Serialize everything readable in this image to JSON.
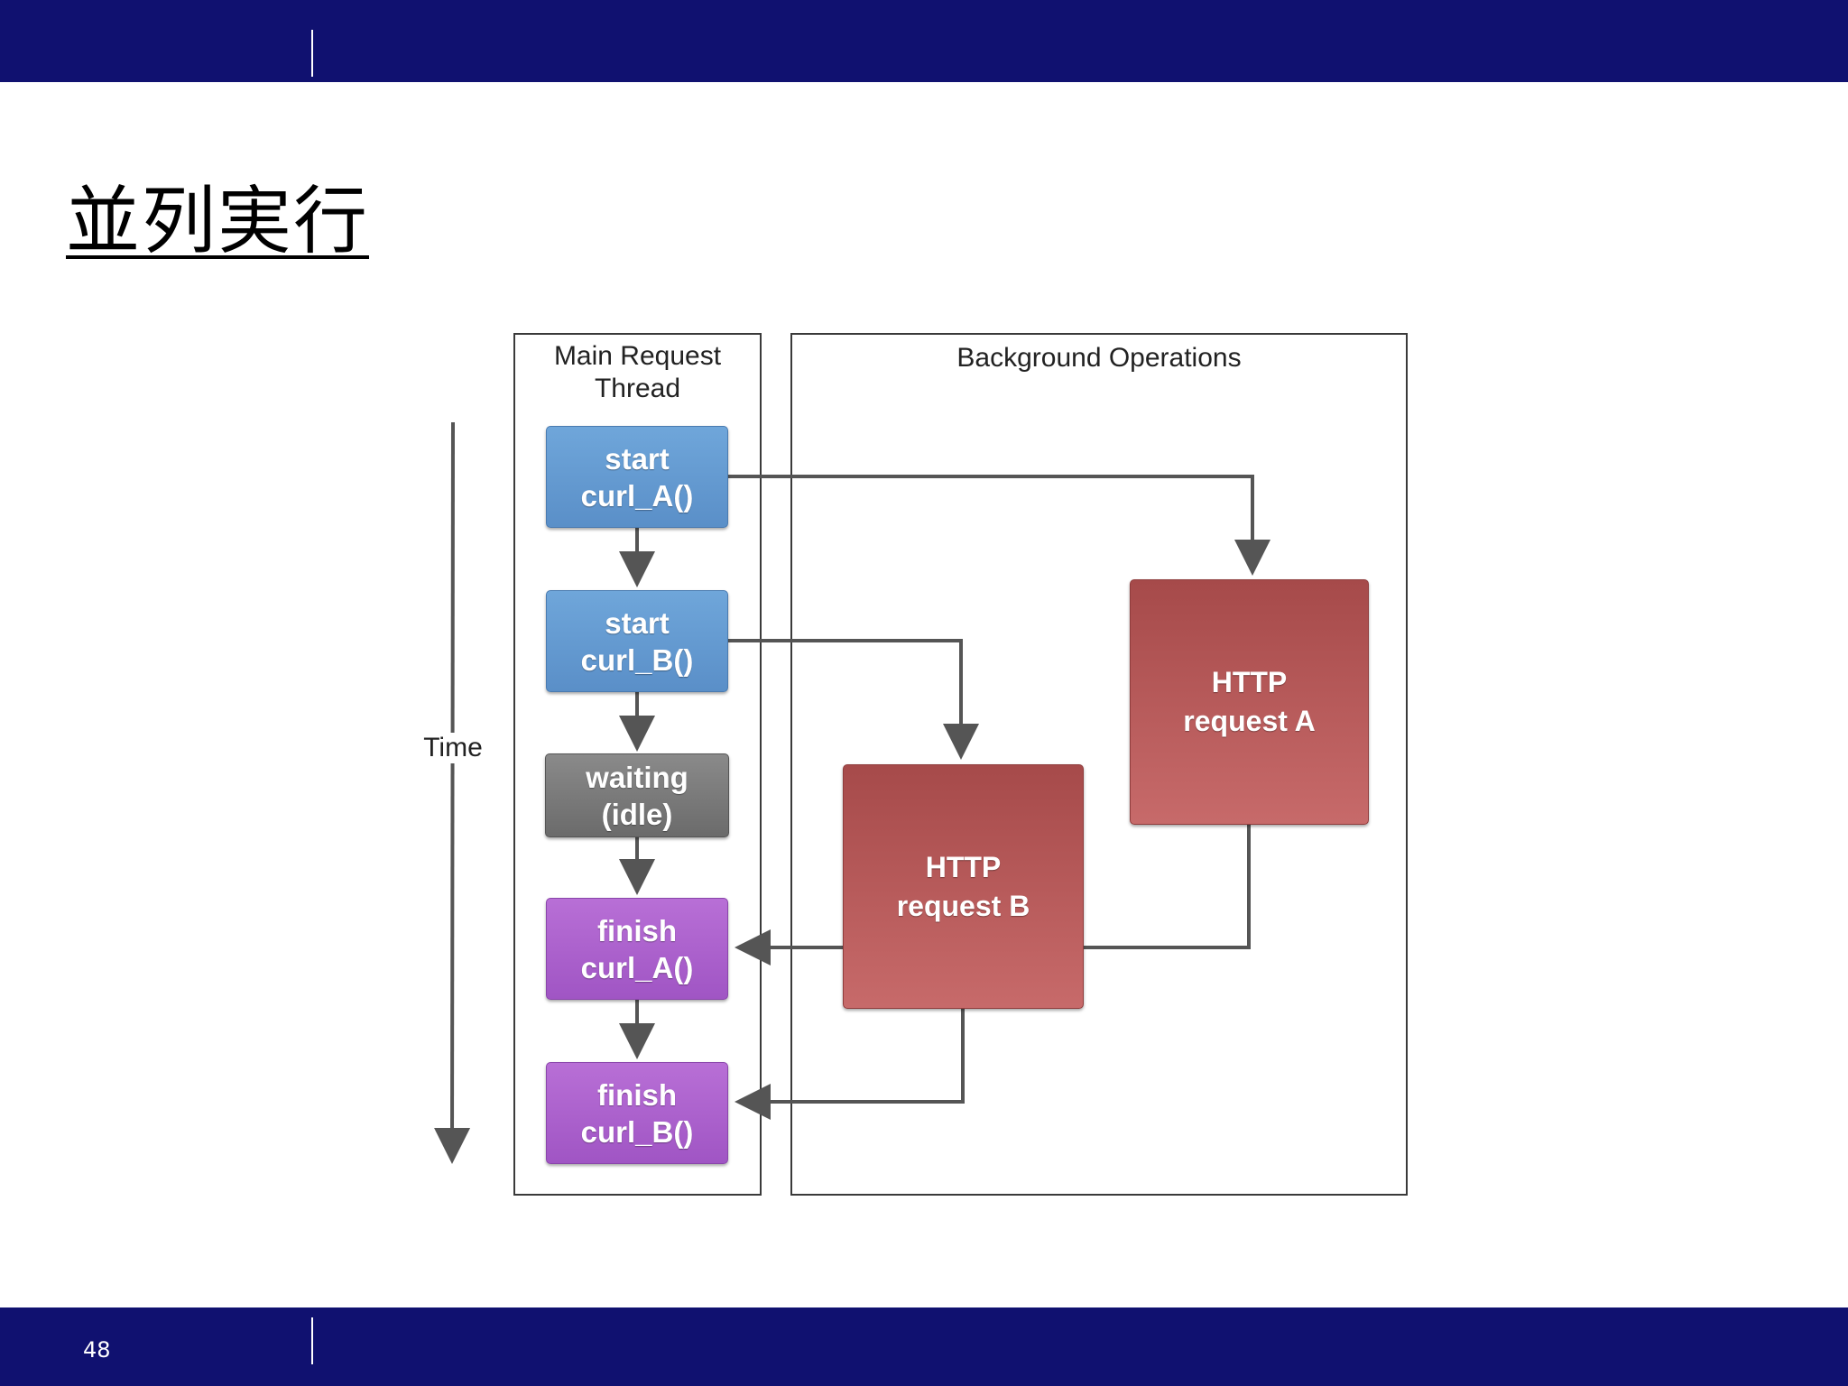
{
  "slide": {
    "title": "並列実行",
    "page_number": "48"
  },
  "diagram": {
    "main_panel_title_line1": "Main Request",
    "main_panel_title_line2": "Thread",
    "background_panel_title": "Background Operations",
    "time_label": "Time",
    "main_steps": [
      {
        "line1": "start",
        "line2": "curl_A()"
      },
      {
        "line1": "start",
        "line2": "curl_B()"
      },
      {
        "line1": "waiting",
        "line2": "(idle)"
      },
      {
        "line1": "finish",
        "line2": "curl_A()"
      },
      {
        "line1": "finish",
        "line2": "curl_B()"
      }
    ],
    "http_request_a": {
      "line1": "HTTP",
      "line2": "request A"
    },
    "http_request_b": {
      "line1": "HTTP",
      "line2": "request B"
    }
  },
  "colors": {
    "header_bar": "#101170",
    "start_box": "#5a8fc8",
    "waiting_box": "#6b6b6b",
    "finish_box": "#a055c4",
    "http_box": "#b55a5a",
    "arrow": "#555555"
  }
}
